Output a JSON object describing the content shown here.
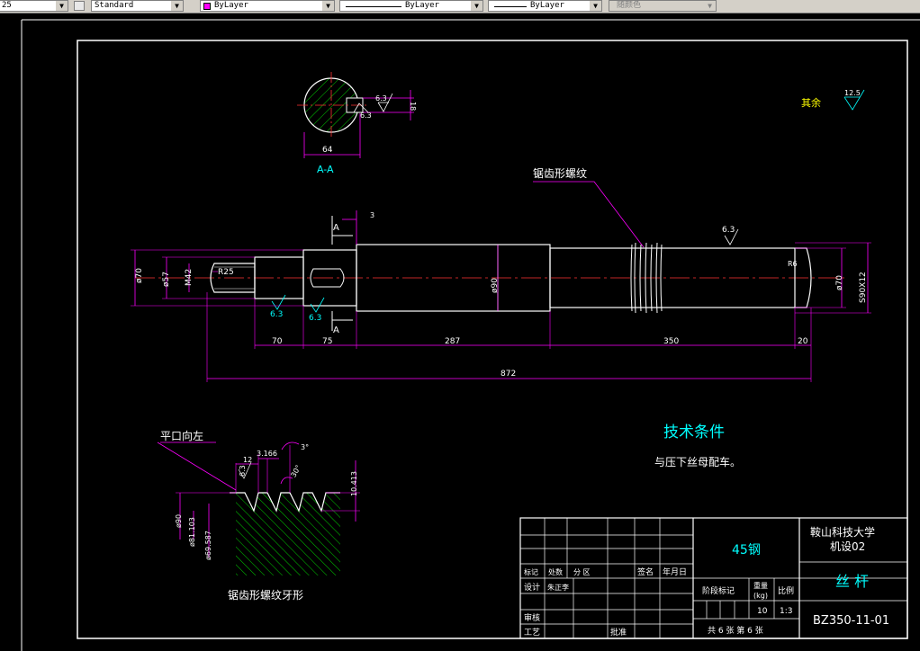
{
  "toolbar": {
    "scale_value": "25",
    "text_style": "Standard",
    "layer_color": "ByLayer",
    "linetype": "ByLayer",
    "lineweight": "ByLayer",
    "plot_style": "随颜色",
    "colors": {
      "magenta": "#ff00ff"
    }
  },
  "drawing": {
    "section": {
      "width_dim": "64",
      "depth_dim": "18",
      "rough_top": "6.3",
      "rough_bottom": "6.3",
      "label": "A-A"
    },
    "surface_rest": {
      "label": "其余",
      "value": "12.5"
    },
    "thread_callout": "锯齿形螺纹",
    "section_marks": [
      "A",
      "A"
    ],
    "offset_dim": "3",
    "rough_labels": [
      "6.3",
      "6.3",
      "6.3"
    ],
    "shaft_dims": {
      "d1": "ø70",
      "d2": "ø57",
      "d3": "M42",
      "radius": "R25",
      "d4": "ø90",
      "d5": "ø70",
      "thread": "S90X12",
      "chamfer": "R6"
    },
    "length_dims": [
      "70",
      "75",
      "287",
      "350",
      "20"
    ],
    "total_length": "872",
    "thread_profile": {
      "label": "平口向左",
      "pitch": "12",
      "crest": "3.166",
      "angle_front": "3°",
      "angle_back": "30°",
      "depth": "10.413",
      "rough": "6.3",
      "major_d": "ø90",
      "minor_d": "ø81.103",
      "root_d": "ø69.587",
      "caption": "锯齿形螺纹牙形"
    },
    "tech_req": {
      "title": "技术条件",
      "item": "与压下丝母配车。"
    }
  },
  "title_block": {
    "material": "45钢",
    "school": "鞍山科技大学",
    "class": "机设02",
    "part_name": "丝 杆",
    "drawing_no": "BZ350-11-01",
    "headers": [
      "标记",
      "处数",
      "分 区",
      "签名",
      "年月日"
    ],
    "design_label": "设计",
    "designer": "朱正李",
    "review_label": "审核",
    "process_label": "工艺",
    "approve_label": "批准",
    "stage_label": "阶段标记",
    "weight_label": "重量",
    "weight_unit": "(kg)",
    "scale_label": "比例",
    "weight_value": "10",
    "scale_value": "1:3",
    "sheets": "共 6 张  第 6 张"
  }
}
